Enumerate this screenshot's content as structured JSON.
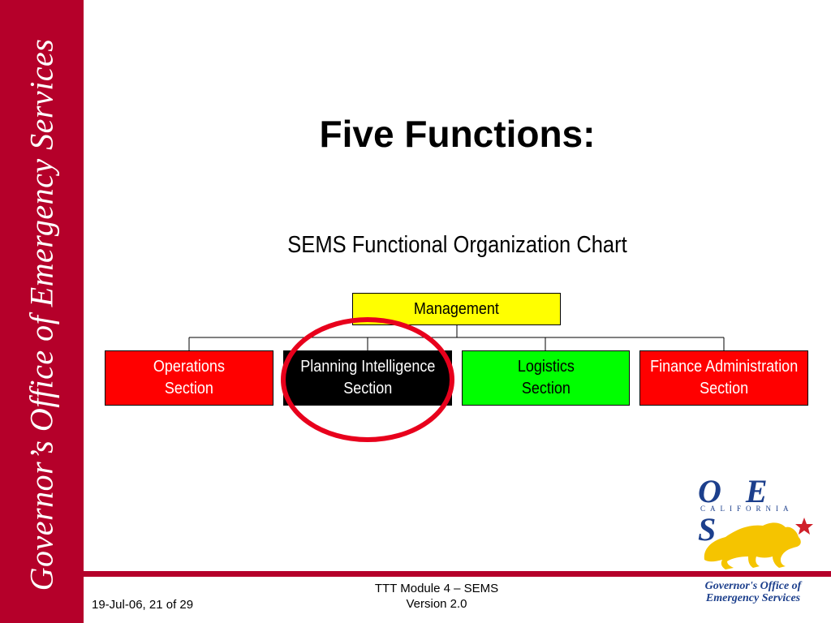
{
  "sidebar": {
    "text": "Governor’s Office of Emergency Services"
  },
  "slide": {
    "title": "Five Functions:",
    "subtitle": "SEMS Functional Organization Chart"
  },
  "org_chart": {
    "root": {
      "label": "Management",
      "color": "#ffff00"
    },
    "sections": [
      {
        "label": "Operations\nSection",
        "color": "#ff0000",
        "text_color": "#ffffff"
      },
      {
        "label": "Planning Intelligence\nSection",
        "color": "#000000",
        "text_color": "#ffffff",
        "highlighted": true
      },
      {
        "label": "Logistics\nSection",
        "color": "#00ff00",
        "text_color": "#000000"
      },
      {
        "label": "Finance Administration\nSection",
        "color": "#ff0000",
        "text_color": "#ffffff"
      }
    ],
    "highlight_color": "#e8001c"
  },
  "footer": {
    "date_page": "19-Jul-06, 21 of 29",
    "module_line1": "TTT Module 4 – SEMS",
    "module_line2": "Version 2.0"
  },
  "logo": {
    "oes": "O E S",
    "california": "CALIFORNIA",
    "agency_line1": "Governor's Office of",
    "agency_line2": "Emergency Services"
  },
  "colors": {
    "brand_red": "#b5002a",
    "logo_blue": "#1c3f8c",
    "bear_gold": "#f5c400",
    "star_red": "#d0202a"
  }
}
